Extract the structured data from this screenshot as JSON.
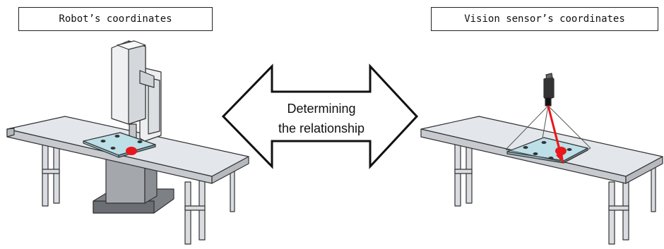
{
  "labels": {
    "robot_coords": "Robot’s coordinates",
    "vision_coords": "Vision sensor’s coordinates"
  },
  "arrow": {
    "line1": "Determining",
    "line2": "the relationship"
  },
  "colors": {
    "conveyor": "#dfe2e6",
    "robot": "#e9ebee",
    "plate": "#b8dde6",
    "marker": "#e8171b",
    "vector": "#e8171b",
    "base": "#8d9095"
  }
}
